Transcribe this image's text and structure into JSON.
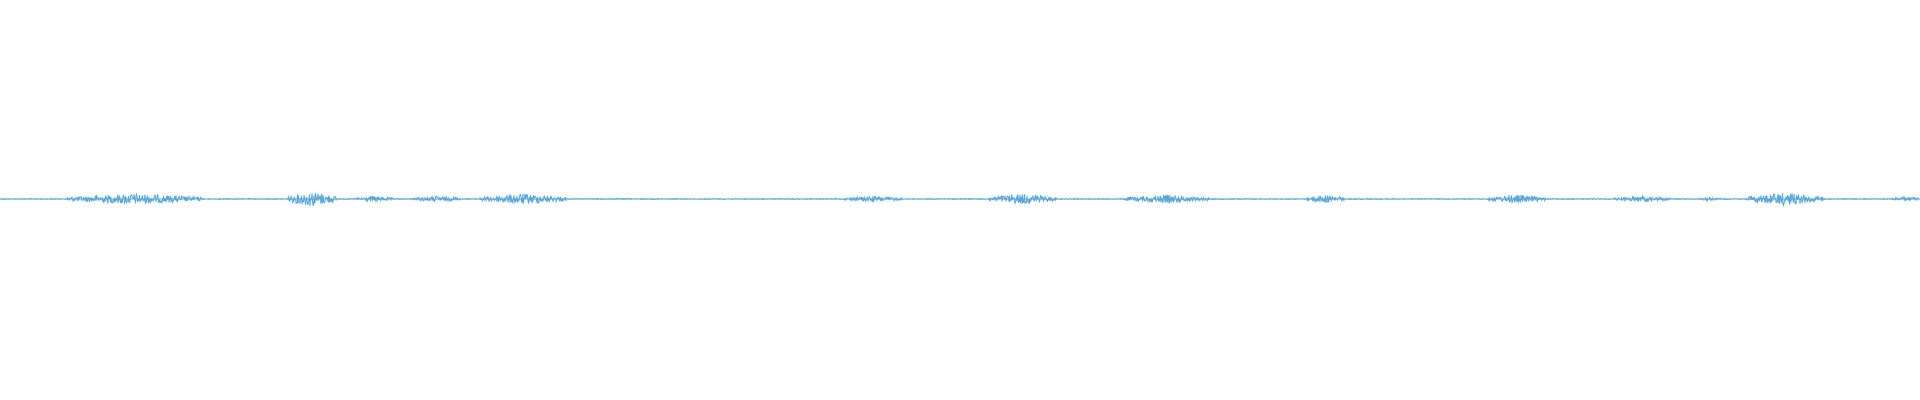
{
  "waveform": {
    "color": "#5aa7dc",
    "background": "#ffffff",
    "bursts": [
      {
        "start": 0.035,
        "end": 0.105,
        "amp": 0.45
      },
      {
        "start": 0.15,
        "end": 0.175,
        "amp": 0.65
      },
      {
        "start": 0.185,
        "end": 0.205,
        "amp": 0.25
      },
      {
        "start": 0.215,
        "end": 0.24,
        "amp": 0.25
      },
      {
        "start": 0.25,
        "end": 0.295,
        "amp": 0.45
      },
      {
        "start": 0.44,
        "end": 0.47,
        "amp": 0.25
      },
      {
        "start": 0.515,
        "end": 0.55,
        "amp": 0.45
      },
      {
        "start": 0.585,
        "end": 0.63,
        "amp": 0.35
      },
      {
        "start": 0.68,
        "end": 0.7,
        "amp": 0.35
      },
      {
        "start": 0.775,
        "end": 0.805,
        "amp": 0.35
      },
      {
        "start": 0.84,
        "end": 0.87,
        "amp": 0.25
      },
      {
        "start": 0.885,
        "end": 0.895,
        "amp": 0.15
      },
      {
        "start": 0.91,
        "end": 0.95,
        "amp": 0.55
      },
      {
        "start": 0.985,
        "end": 1.0,
        "amp": 0.2
      }
    ]
  }
}
